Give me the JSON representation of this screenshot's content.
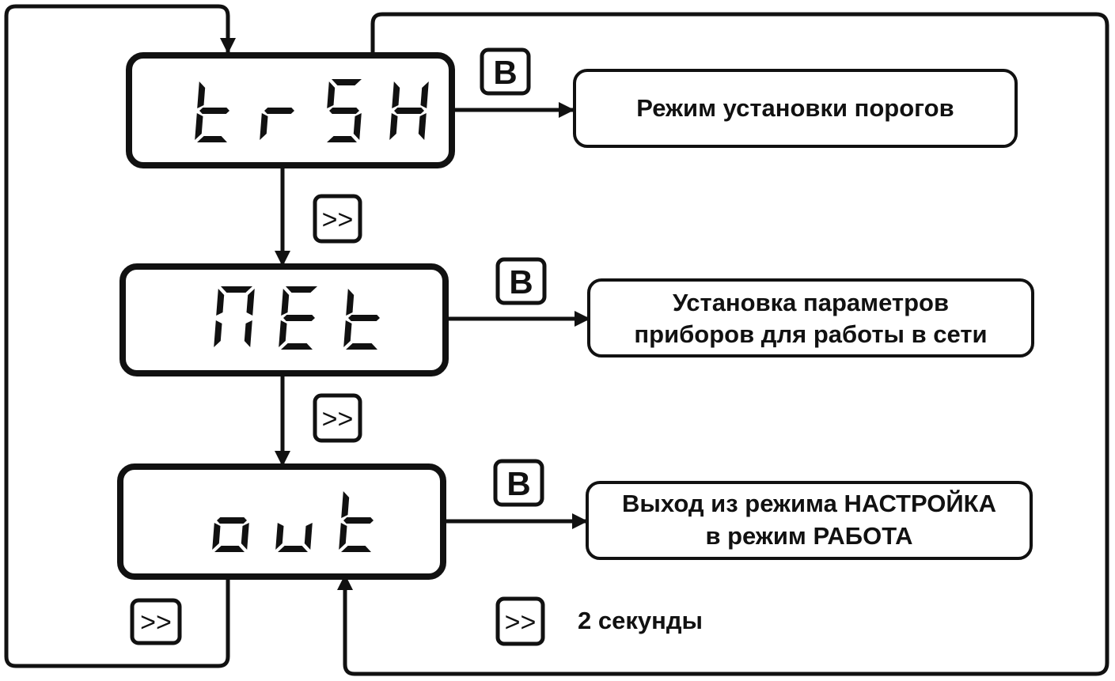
{
  "displays": [
    {
      "text": "trSH"
    },
    {
      "text": "ПEt"
    },
    {
      "text": "out"
    }
  ],
  "keys": {
    "enter_label": "B",
    "next_label": ">>"
  },
  "descriptions": [
    {
      "lines": [
        "Режим установки порогов"
      ]
    },
    {
      "lines": [
        "Установка параметров",
        "приборов для работы в сети"
      ]
    },
    {
      "lines": [
        "Выход из режима НАСТРОЙКА",
        "в режим РАБОТА"
      ]
    }
  ],
  "legend": {
    "key_label": ">>",
    "text": "2 секунды"
  }
}
